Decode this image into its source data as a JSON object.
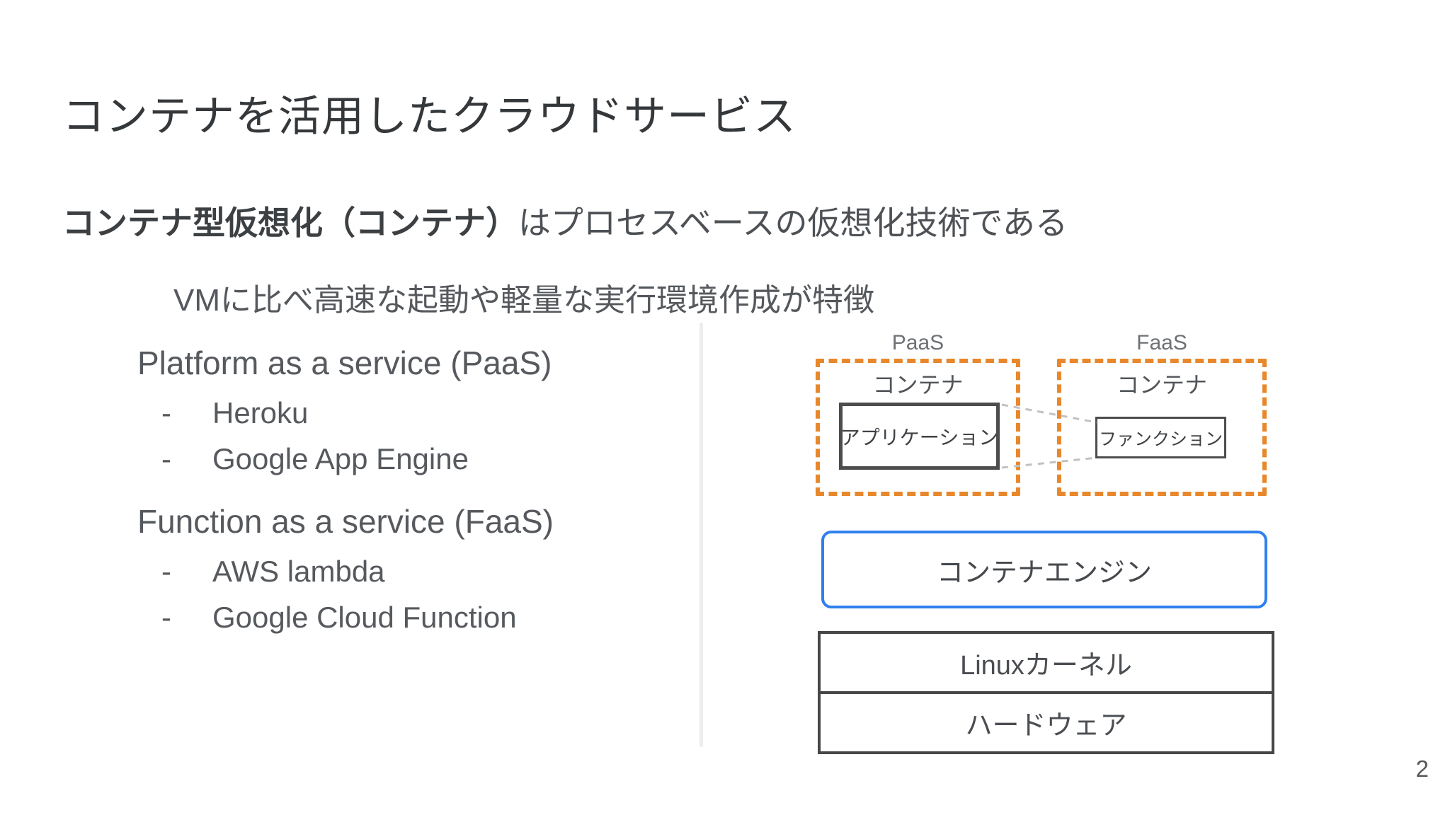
{
  "slide": {
    "title": "コンテナを活用したクラウドサービス",
    "statement": {
      "bold": "コンテナ型仮想化（コンテナ）",
      "rest": "はプロセスベースの仮想化技術である"
    },
    "subpoint": "VMに比べ高速な起動や軽量な実行環境作成が特徴",
    "page_number": "2"
  },
  "lists": {
    "paas": {
      "heading": "Platform as a service (PaaS)",
      "bullet_marker": "-",
      "items": [
        "Heroku",
        "Google App Engine"
      ]
    },
    "faas": {
      "heading": "Function as a service (FaaS)",
      "bullet_marker": "-",
      "items": [
        "AWS lambda",
        "Google Cloud Function"
      ]
    }
  },
  "diagram": {
    "paas_group": {
      "label": "PaaS",
      "container_label": "コンテナ",
      "inner_box": "アプリケーション"
    },
    "faas_group": {
      "label": "FaaS",
      "container_label": "コンテナ",
      "inner_box": "ファンクション"
    },
    "engine_box": "コンテナエンジン",
    "kernel_box": "Linuxカーネル",
    "hardware_box": "ハードウェア",
    "colors": {
      "orange_dashed_border": "#E8872B",
      "blue_border": "#2F80ED",
      "dark_box_border": "#4D4D4D",
      "connector_gray": "#C2C2C2",
      "divider_gray": "#EDEDED"
    }
  }
}
